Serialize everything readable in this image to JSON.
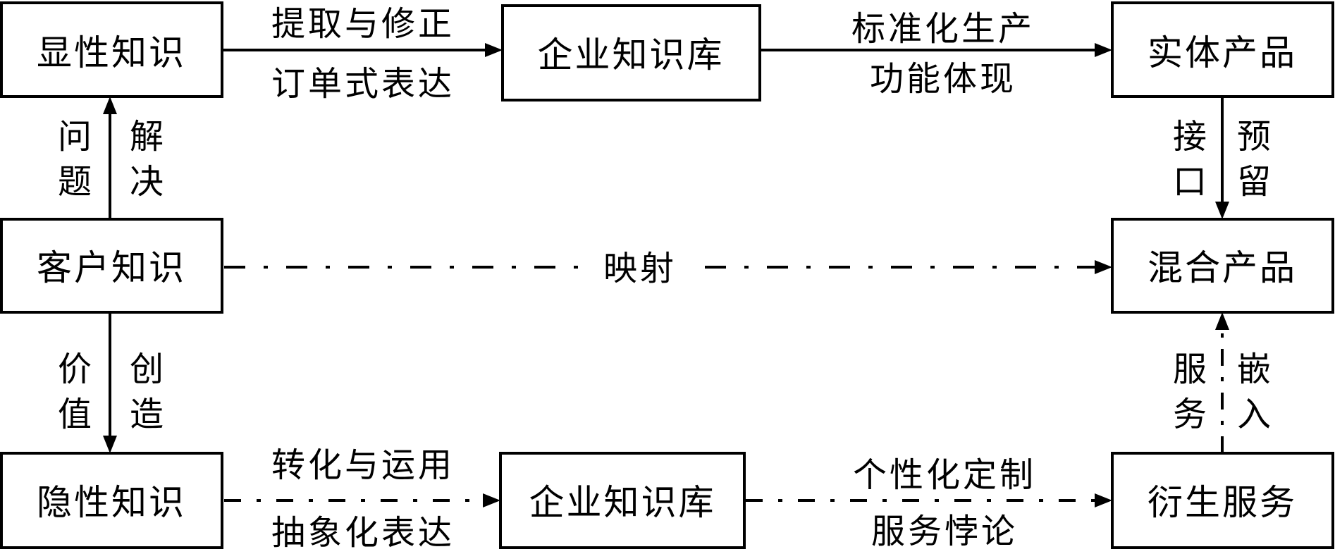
{
  "nodes": {
    "explicit_knowledge": "显性知识",
    "enterprise_kb_top": "企业知识库",
    "physical_product": "实体产品",
    "customer_knowledge": "客户知识",
    "hybrid_product": "混合产品",
    "tacit_knowledge": "隐性知识",
    "enterprise_kb_bottom": "企业知识库",
    "derived_service": "衍生服务"
  },
  "edges": {
    "explicit_to_kb_above": "提取与修正",
    "explicit_to_kb_below": "订单式表达",
    "kb_to_physical_above": "标准化生产",
    "kb_to_physical_below": "功能体现",
    "customer_to_explicit_left": [
      "问",
      "题"
    ],
    "customer_to_explicit_right": [
      "解",
      "决"
    ],
    "physical_to_hybrid_left": [
      "接",
      "口"
    ],
    "physical_to_hybrid_right": [
      "预",
      "留"
    ],
    "customer_to_hybrid": "映射",
    "customer_to_tacit_left": [
      "价",
      "值"
    ],
    "customer_to_tacit_right": [
      "创",
      "造"
    ],
    "service_to_hybrid_left": [
      "服",
      "务"
    ],
    "service_to_hybrid_right": [
      "嵌",
      "入"
    ],
    "tacit_to_kb_above": "转化与运用",
    "tacit_to_kb_below": "抽象化表达",
    "kb_to_service_above": "个性化定制",
    "kb_to_service_below": "服务悖论"
  }
}
